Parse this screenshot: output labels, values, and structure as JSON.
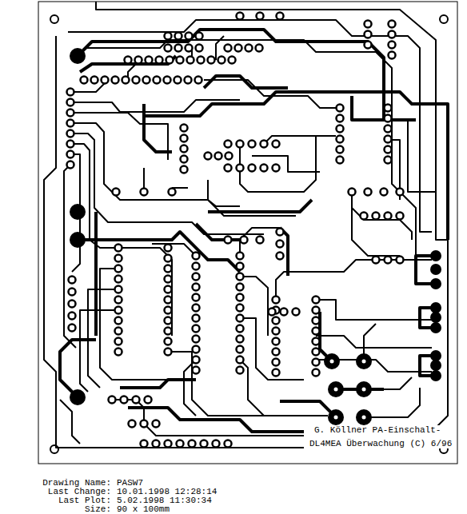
{
  "diagram": {
    "labels": [
      "G. Köllner PA-Einschalt-",
      "DL4MEA Überwachung (C) 6/96",
      "Drawing Name:",
      "PASW7",
      "Last Change:",
      "10.01.1998 12:28:14",
      "Last Plot:",
      "5.02.1998 11:30:34",
      "Size:",
      "90 x 100mm"
    ]
  }
}
